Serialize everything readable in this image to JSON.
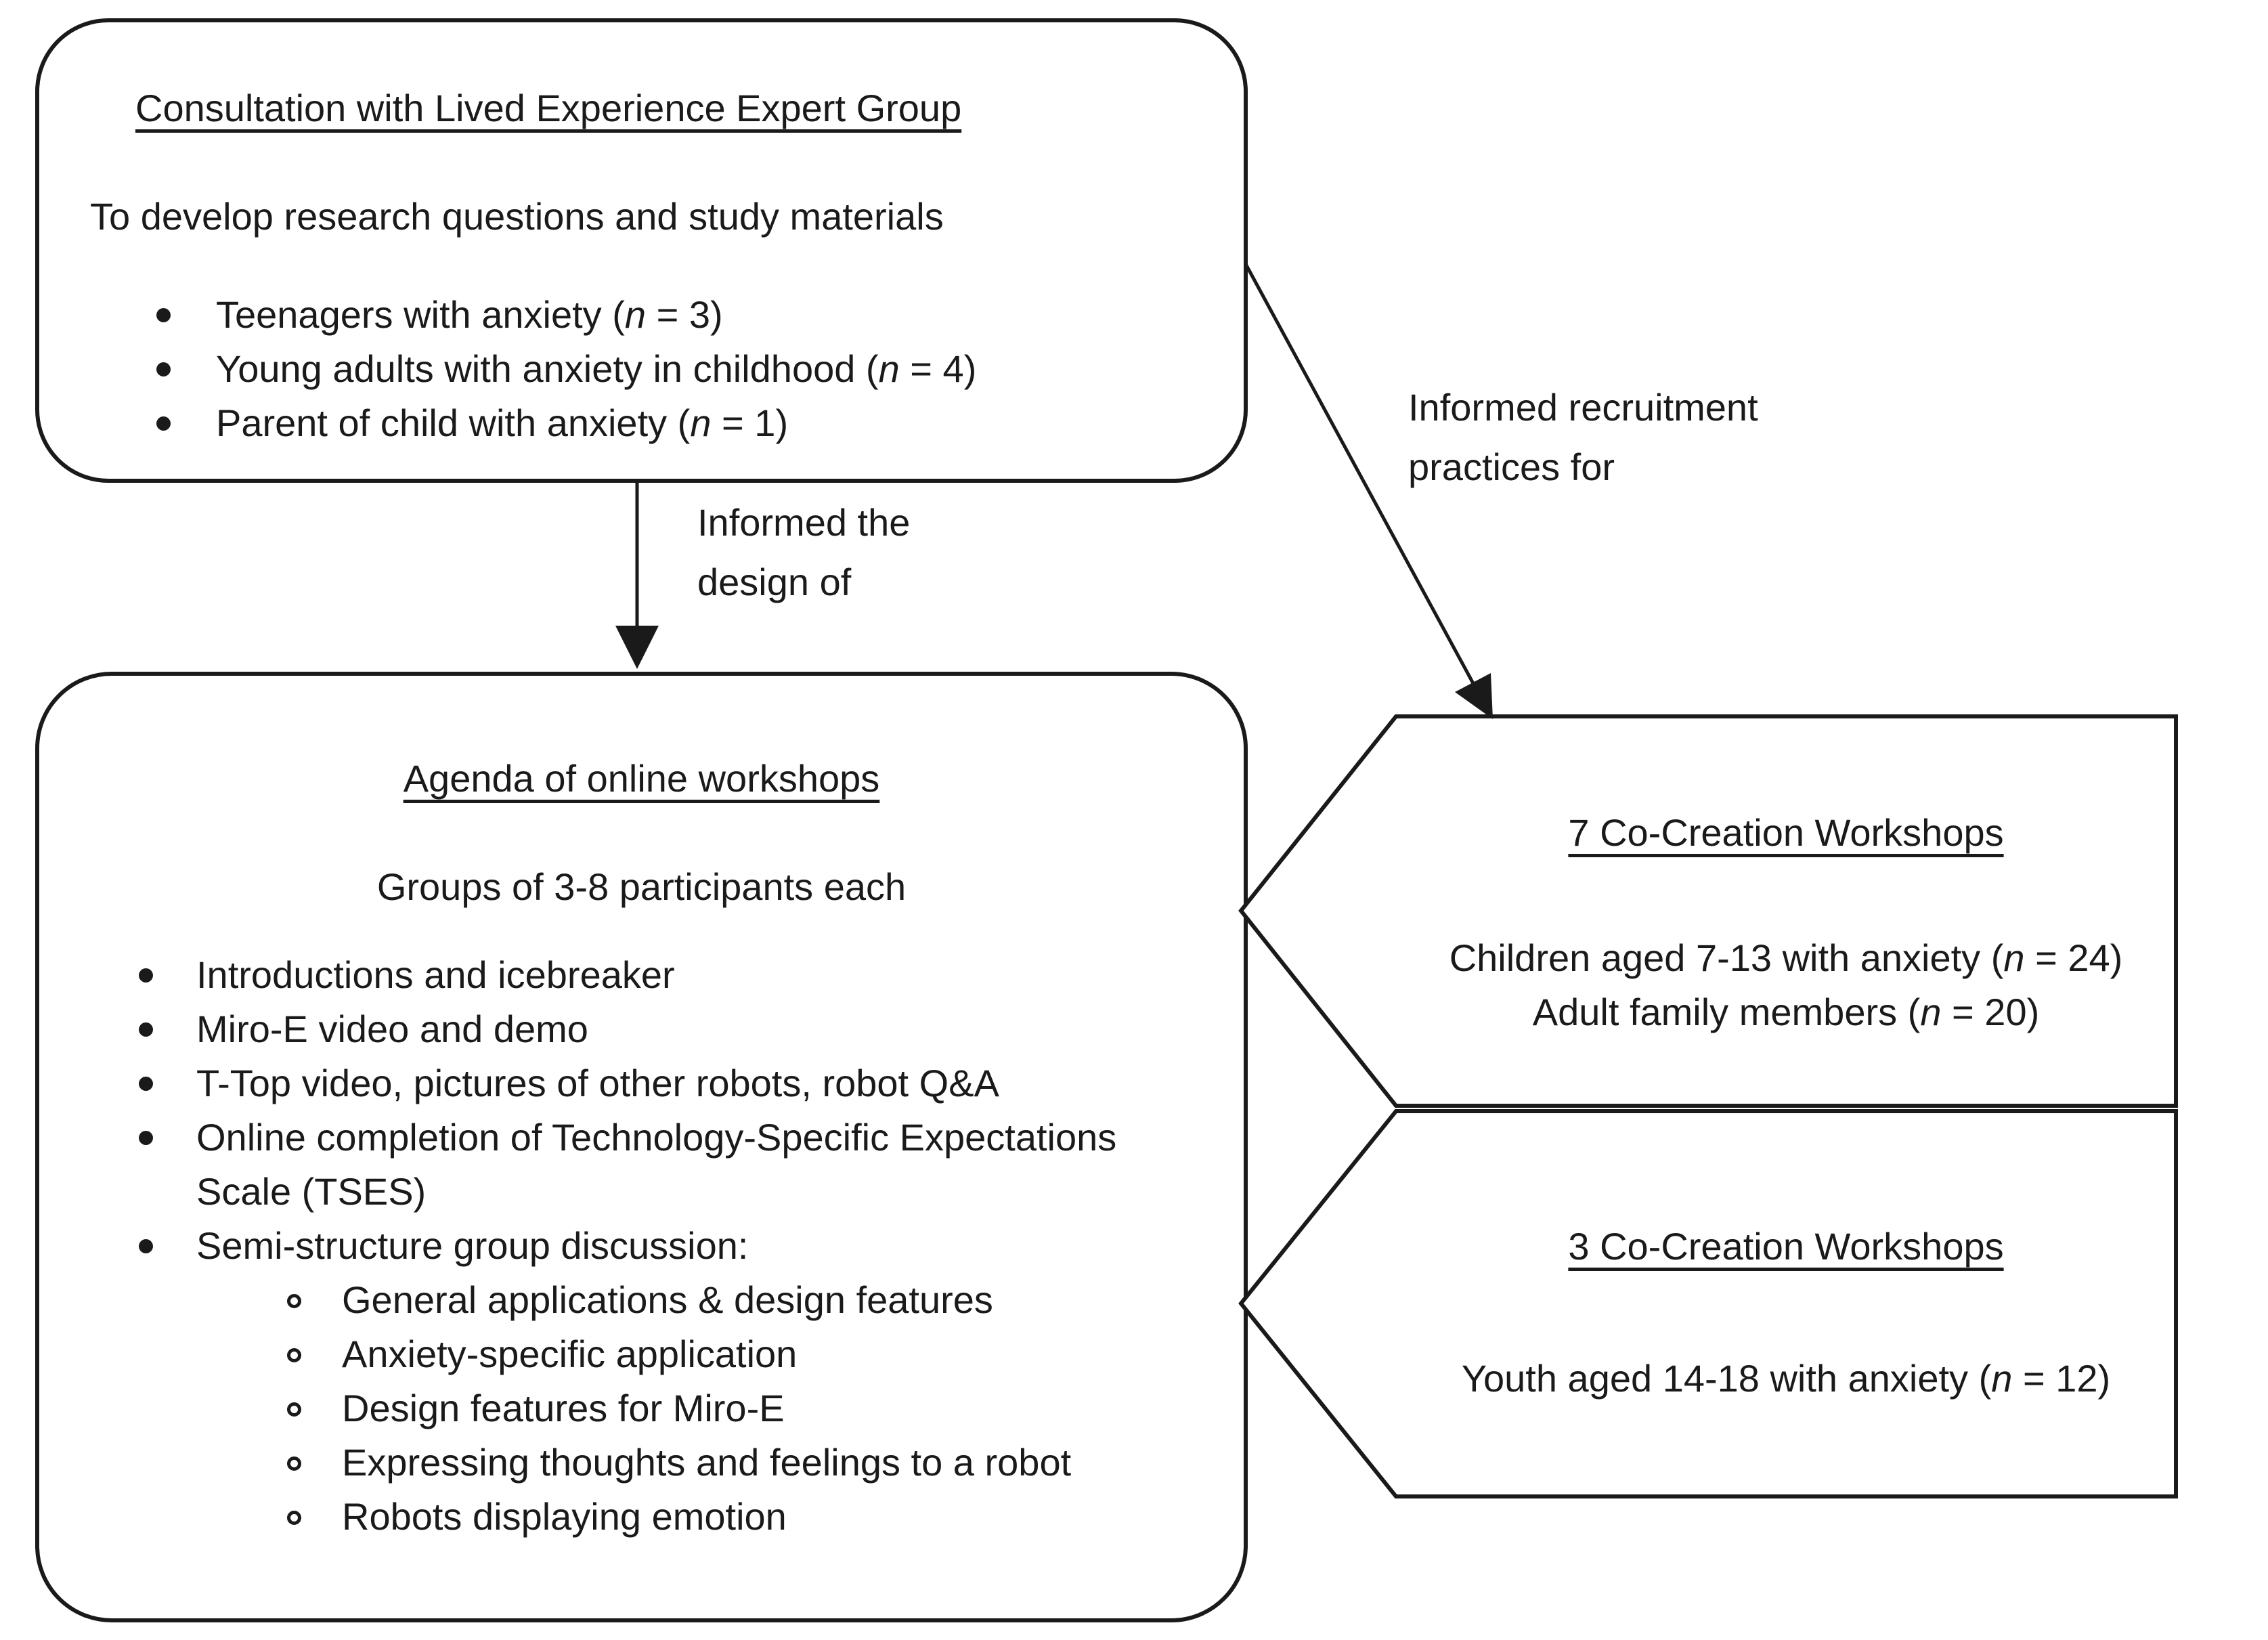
{
  "colors": {
    "ink": "#1a1a1a",
    "paper": "#ffffff"
  },
  "consultation_box": {
    "title": "Consultation with Lived Experience Expert Group",
    "subtitle": "To develop research questions and study materials",
    "bullets": [
      "Teenagers with anxiety (n = 3)",
      "Young adults with anxiety in childhood (n = 4)",
      "Parent of child with anxiety (n = 1)"
    ]
  },
  "arrows": {
    "design": {
      "line1": "Informed the",
      "line2": "design of"
    },
    "recruitment": {
      "line1": "Informed recruitment",
      "line2": "practices for"
    }
  },
  "agenda_box": {
    "title": "Agenda of online workshops",
    "subtitle": "Groups of 3-8 participants each",
    "bullets": [
      "Introductions and icebreaker",
      "Miro-E video and demo",
      "T-Top video, pictures of other robots, robot Q&A",
      "Online completion of Technology-Specific Expectations Scale (TSES)",
      "Semi-structure group discussion:"
    ],
    "sub_bullets": [
      "General applications & design features",
      "Anxiety-specific application",
      "Design features for Miro-E",
      "Expressing thoughts and feelings to a robot",
      "Robots displaying emotion"
    ]
  },
  "children_workshops": {
    "title": "7 Co-Creation Workshops",
    "line1": "Children aged 7-13 with anxiety (n = 24)",
    "line2": "Adult family members (n = 20)"
  },
  "youth_workshops": {
    "title": "3 Co-Creation Workshops",
    "line1": "Youth aged 14-18 with anxiety (n = 12)"
  }
}
